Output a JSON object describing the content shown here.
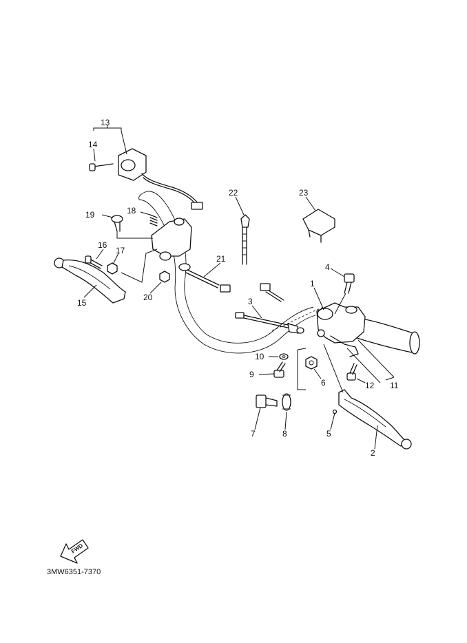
{
  "diagram_code": "3MW6351-7370",
  "fwd_label": "FWD",
  "callouts": {
    "c1": "1",
    "c2": "2",
    "c3": "3",
    "c4": "4",
    "c5": "5",
    "c6": "6",
    "c7": "7",
    "c8": "8",
    "c9": "9",
    "c10": "10",
    "c11": "11",
    "c12": "12",
    "c13": "13",
    "c14": "14",
    "c15": "15",
    "c16": "16",
    "c17": "17",
    "c18": "18",
    "c19": "19",
    "c20": "20",
    "c21": "21",
    "c22": "22",
    "c23": "23"
  }
}
